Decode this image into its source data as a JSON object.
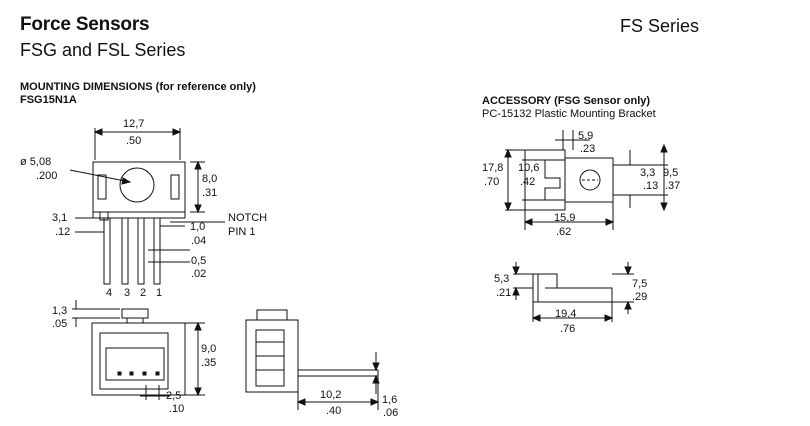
{
  "header": {
    "title": "Force Sensors",
    "subtitle": "FSG and FSL Series",
    "series_label": "FS Series"
  },
  "mounting": {
    "heading": "MOUNTING DIMENSIONS (for reference only)",
    "part": "FSG15N1A",
    "dims": {
      "width_mm": "12,7",
      "width_in": ".50",
      "hole_mm": "ø 5,08",
      "hole_in": ".200",
      "height_mm": "8,0",
      "height_in": ".31",
      "lead_mm": "3,1",
      "lead_in": ".12",
      "notch_mm": "1,0",
      "notch_in": ".04",
      "notch_label_1": "NOTCH",
      "notch_label_2": "PIN 1",
      "pin_w_mm": "0,5",
      "pin_w_in": ".02",
      "pins": [
        "4",
        "3",
        "2",
        "1"
      ],
      "act_mm": "1,3",
      "act_in": ".05",
      "body_h_mm": "9,0",
      "body_h_in": ".35",
      "pitch_mm": "2,5",
      "pitch_in": ".10",
      "side_len_mm": "10,2",
      "side_len_in": ".40",
      "side_t_mm": "1,6",
      "side_t_in": ".06"
    }
  },
  "accessory": {
    "heading": "ACCESSORY (FSG Sensor only)",
    "part": "PC-15132 Plastic Mounting Bracket",
    "dims": {
      "a_mm": "5,9",
      "a_in": ".23",
      "b_mm": "17,8",
      "b_in": ".70",
      "c_mm": "10,6",
      "c_in": ".42",
      "d_mm": "3,3",
      "d_in": ".13",
      "e_mm": "9,5",
      "e_in": ".37",
      "f_mm": "15,9",
      "f_in": ".62",
      "g_mm": "5,3",
      "g_in": ".21",
      "h_mm": "7,5",
      "h_in": ".29",
      "i_mm": "19,4",
      "i_in": ".76"
    }
  }
}
